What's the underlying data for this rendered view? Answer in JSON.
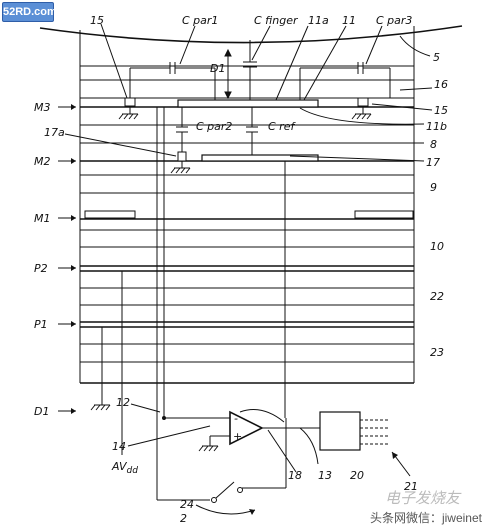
{
  "watermark": {
    "site_badge": "52RD.com",
    "logo_text": "电子发烧友",
    "bottom_text": "头条网微信：jiweinet"
  },
  "labels": {
    "c_par1": "C par1",
    "c_finger": "C finger",
    "l_11a": "11a",
    "l_11": "11",
    "c_par3": "C par3",
    "l_15_left": "15",
    "l_5": "5",
    "d1_gap": "D1",
    "l_16": "16",
    "l_15_right": "15",
    "l_11b": "11b",
    "c_par2": "C par2",
    "c_ref": "C ref",
    "l_17a": "17a",
    "l_8": "8",
    "l_17": "17",
    "l_9": "9",
    "l_10": "10",
    "l_22": "22",
    "l_23": "23",
    "l_12": "12",
    "l_14": "14",
    "l_18": "18",
    "l_13": "13",
    "l_20": "20",
    "l_21": "21",
    "l_24": "24",
    "l_2": "2",
    "av_dd": "AV",
    "av_dd_sub": "dd",
    "amp_plus": "+",
    "amp_minus": "-"
  },
  "layers": [
    {
      "name": "M3"
    },
    {
      "name": "M2"
    },
    {
      "name": "M1"
    },
    {
      "name": "P2"
    },
    {
      "name": "P1"
    },
    {
      "name": "D1"
    }
  ]
}
